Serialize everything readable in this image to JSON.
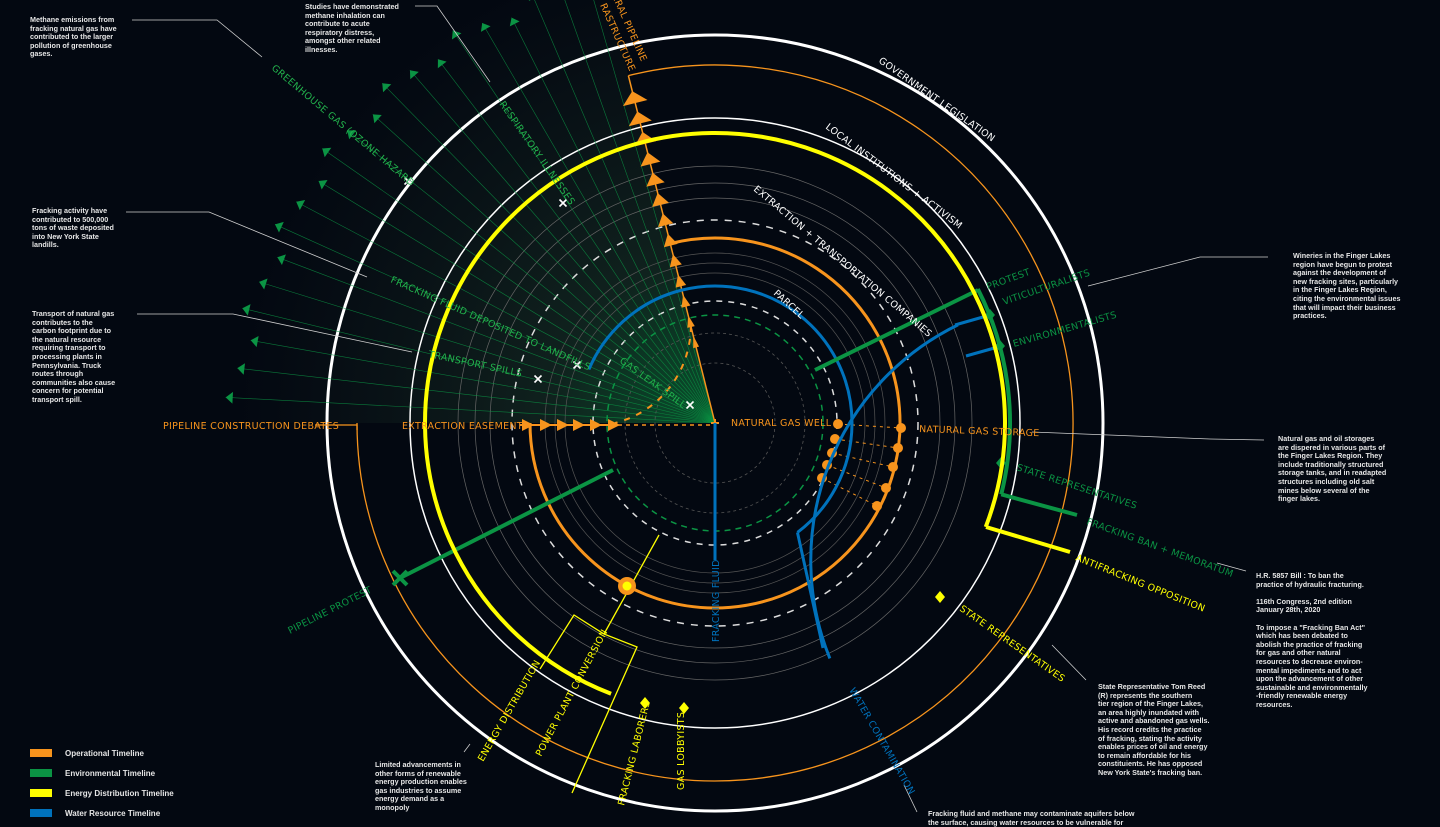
{
  "colors": {
    "operational": "#f7941d",
    "environmental": "#0b9444",
    "energy": "#ffff00",
    "water": "#0072bc",
    "ring": "#ffffff",
    "background": "#030811"
  },
  "labels": {
    "government_legislation": "GOVERNMENT LEGISLATION",
    "local_institutions": "LOCAL INSTITUTIONS + ACTIVISM",
    "extraction_companies": "EXTRACTION + TRANSPORTATION COMPANIES",
    "parcel": "PARCEL",
    "natural_gas_well": "NATURAL GAS WELL",
    "natural_gas_storage": "NATURAL GAS STORAGE",
    "protest": "PROTEST",
    "viticulturalists": "VITICULTURALISTS",
    "environmentalists": "ENVIRONMENTALISTS",
    "state_reps_green": "STATE REPRESENTATIVES",
    "fracking_ban": "FRACKING BAN + MEMORATUM",
    "antifracking": "ANTIFRACKING OPPOSITION",
    "state_reps_yellow": "STATE REPRESENTATIVES",
    "water_contamination": "WATER CONTAMINATION",
    "fracking_fluid": "FRACKING FLUID",
    "gas_lobbyists": "GAS LOBBYISTS",
    "fracking_laborers": "FRACKING LABORERS",
    "power_plant": "POWER PLANT CONVERSION",
    "energy_distribution": "ENERGY DISTRIBUTION",
    "pipeline_protest": "PIPELINE PROTEST",
    "pipeline_debates": "PIPELINE CONSTRUCTION DEBATES",
    "extraction_easement": "EXTRACTION EASEMENT",
    "transport_spills": "TRANSPORT SPILLS",
    "fluid_landfills": "FRACKING FLUID DEPOSITED TO LANDFILLS",
    "gas_leak": "GAS LEAK SPILL",
    "respiratory": "RESPIRATORY ILLNESSES",
    "greenhouse": "GREENHOUSE GAS (OZONE HAZARD",
    "pipeline_infra_1": "ERAL PIPELINE",
    "pipeline_infra_2": "RASTRUCTURE"
  },
  "notes": {
    "methane": "Methane emissions from\nfracking natural gas have\ncontributed to the larger\npollution of greenhouse\ngases.",
    "studies": "Studies have demonstrated\nmethane inhalation can\ncontribute to acute\nrespiratory distress,\namongst other related\nillnesses.",
    "waste": "Fracking activity have\ncontributed to 500,000\ntons of waste deposited\ninto New York State\nlandills.",
    "transport": "Transport of natural gas\ncontributes to the\ncarbon footprint due to\nthe natural resource\nrequiring transport to\nprocessing plants in\nPennsylvania. Truck\nroutes through\ncommunities also cause\nconcern for potential\ntransport spill.",
    "wineries": "Wineries in the Finger Lakes\nregion have begun to protest\nagainst the development of\nnew fracking sites, particularly\nin the Finger Lakes Region,\nciting the environmental issues\nthat will impact their business\npractices.",
    "storage": "Natural gas and oil storages\nare dispered in various parts of\nthe Finger Lakes Region. They\ninclude traditionally structured\nstorage tanks, and in readapted\nstructures including old salt\nmines below several of the\nfinger lakes.",
    "bill": "H.R. 5857 Bill : To ban the\npractice of hydraulic fracturing.\n\n116th Congress, 2nd edition\nJanuary 28th, 2020\n\nTo impose a \"Fracking Ban Act\"\nwhich has been debated to\nabolish the practice of fracking\nfor gas and other natural\nresources to decrease environ-\nmental impediments and to act\nupon the advancement of other\nsustainable and environmentally\n-friendly renewable energy\nresources.",
    "reed": "State Representative Tom Reed\n(R) represents the southern\ntier region of the Finger Lakes,\nan area highly inundated with\nactive and abandoned gas wells.\nHis record credits the practice\nof fracking, stating the activity\nenables prices of oil and energy\nto remain affordable for his\nconstituients. He has opposed\nNew York State's fracking ban.",
    "renewable": "Limited advancements in\nother forms of renewable\nenergy production enables\ngas industries to assume\nenergy demand as a\nmonopoly",
    "aquifers": "Fracking fluid and methane may contaminate aquifers below\nthe surface, causing water resources to be vulnerable for"
  },
  "legend": [
    {
      "label": "Operational Timeline",
      "color": "#f7941d"
    },
    {
      "label": "Environmental Timeline",
      "color": "#0b9444"
    },
    {
      "label": "Energy Distribution Timeline",
      "color": "#ffff00"
    },
    {
      "label": "Water Resource Timeline",
      "color": "#0072bc"
    }
  ]
}
